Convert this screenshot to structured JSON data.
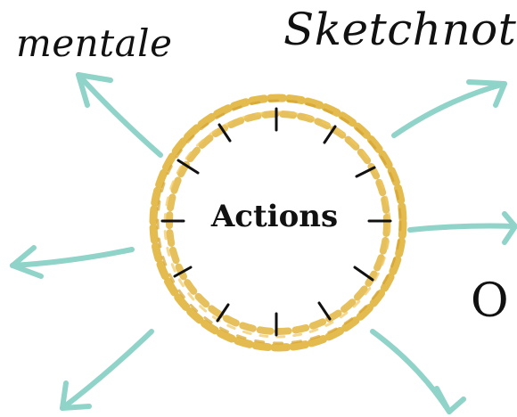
{
  "center": {
    "label": "Actions"
  },
  "branches": {
    "top_left": "mentale",
    "top_right": "Sketchnotes",
    "right_partial": "O"
  },
  "colors": {
    "arrow": "#8fd3c9",
    "ring_gold": "#e2b53f",
    "tick": "#111111",
    "text": "#111111"
  }
}
